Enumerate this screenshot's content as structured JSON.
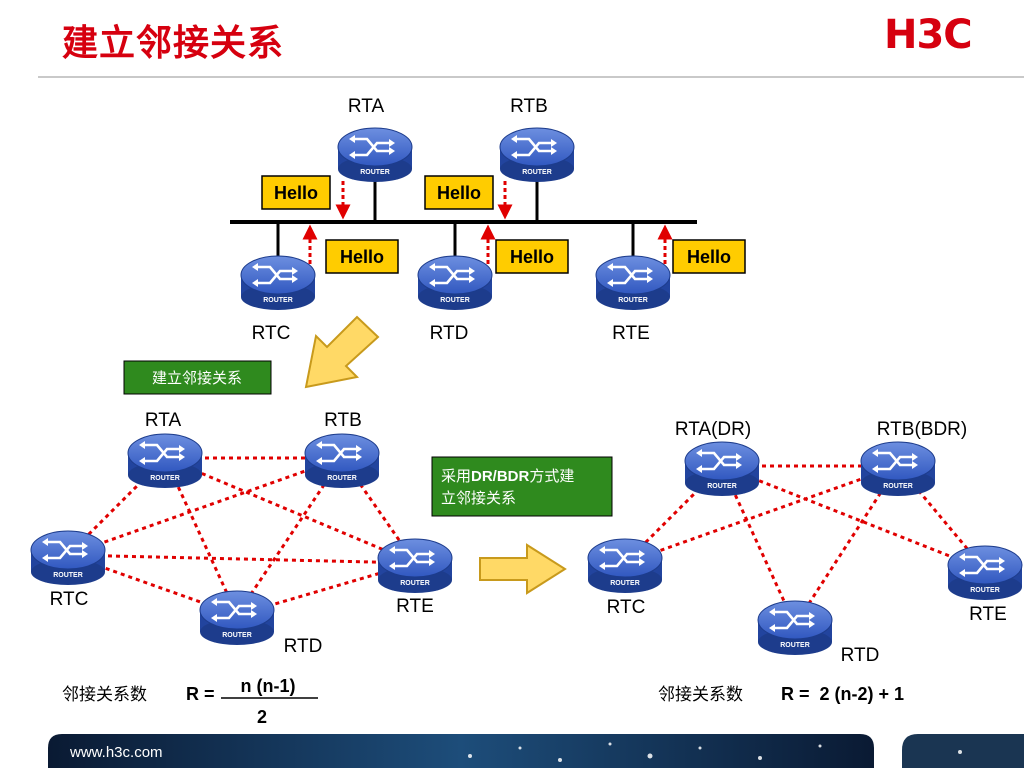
{
  "slide": {
    "title": "建立邻接关系",
    "logo": "H3C"
  },
  "router_label": "ROUTER",
  "top": {
    "routers": {
      "rta": "RTA",
      "rtb": "RTB",
      "rtc": "RTC",
      "rtd": "RTD",
      "rte": "RTE"
    },
    "hello": "Hello"
  },
  "badges": {
    "establish": "建立邻接关系",
    "drbdr_line1_prefix": "采用",
    "drbdr_line1_bold": "DR/BDR",
    "drbdr_line1_suffix": "方式建",
    "drbdr_line2": "立邻接关系"
  },
  "left": {
    "routers": {
      "rta": "RTA",
      "rtb": "RTB",
      "rtc": "RTC",
      "rtd": "RTD",
      "rte": "RTE"
    },
    "formula": {
      "label": "邻接关系数",
      "lhs": "R =",
      "numerator": "n (n-1)",
      "denominator": "2"
    }
  },
  "right": {
    "routers": {
      "rta": "RTA(DR)",
      "rtb": "RTB(BDR)",
      "rtc": "RTC",
      "rtd": "RTD",
      "rte": "RTE"
    },
    "formula": {
      "label": "邻接关系数",
      "expr": "R =  2 (n-2) + 1"
    }
  },
  "footer": {
    "url": "www.h3c.com"
  },
  "colors": {
    "title": "#d6000f",
    "router_body": "#2f56b8",
    "hello_fill": "#ffcc00",
    "badge_fill": "#2f8a1e",
    "arrow_fill": "#ffd966",
    "dotted": "#e00000"
  }
}
